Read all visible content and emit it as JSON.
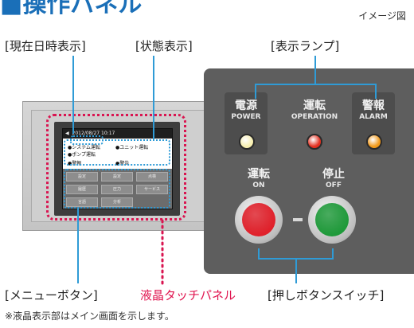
{
  "header": {
    "title": "■操作パネル",
    "image_note": "イメージ図"
  },
  "labels": {
    "current_datetime": "[現在日時表示]",
    "status_display": "[状態表示]",
    "indicator_lamps": "[表示ランプ]",
    "menu_buttons": "[メニューボタン]",
    "lcd_touch_panel": "液晶タッチパネル",
    "push_button_switch": "[押しボタンスイッチ]"
  },
  "footnote": "※液晶表示部はメイン画面を示します。",
  "lcd": {
    "datetime": "2012/08/27 10:17",
    "status_items": [
      "●システム運転",
      "●ユニット運転",
      "●ポンプ運転",
      "●警報",
      "●警告"
    ],
    "menu_buttons": [
      "設定",
      "設定",
      "点検",
      "履歴",
      "圧力",
      "サービス",
      "言語",
      "分析"
    ]
  },
  "lamps": [
    {
      "jp": "電源",
      "en": "POWER",
      "color": "#f7efb0"
    },
    {
      "jp": "運転",
      "en": "OPERATION",
      "color": "#e33020"
    },
    {
      "jp": "警報",
      "en": "ALARM",
      "color": "#f29a1a"
    }
  ],
  "switches": [
    {
      "jp": "運転",
      "en": "ON",
      "color": "#e0202a"
    },
    {
      "jp": "停止",
      "en": "OFF",
      "color": "#1f9a3a"
    }
  ],
  "colors": {
    "title_blue": "#1a6fb8",
    "callout_blue": "#2f9bd6",
    "callout_red": "#d91450"
  }
}
